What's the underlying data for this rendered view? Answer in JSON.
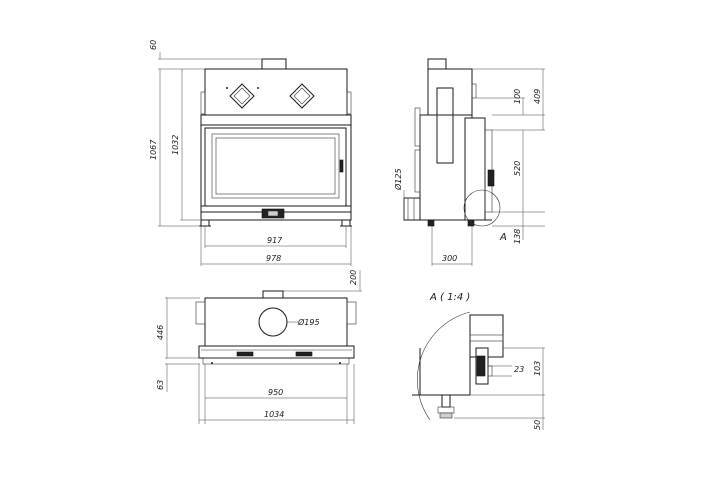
{
  "front_view": {
    "dims": {
      "top_offset": "60",
      "overall_height": "1067",
      "body_height": "1032",
      "inner_width": "917",
      "overall_width": "978"
    }
  },
  "side_view": {
    "dims": {
      "upper_small": "100",
      "upper": "409",
      "middle": "520",
      "bottom": "138",
      "depth": "300",
      "flue_diameter": "Ø125"
    },
    "detail_marker": "A"
  },
  "top_view": {
    "dims": {
      "collar_height": "200",
      "depth": "446",
      "front_offset": "63",
      "inner_width": "950",
      "overall_width": "1034",
      "flue_diameter": "Ø195"
    }
  },
  "detail_view": {
    "title": "A ( 1:4 )",
    "dims": {
      "step": "23",
      "height": "103",
      "foot": "50"
    }
  }
}
